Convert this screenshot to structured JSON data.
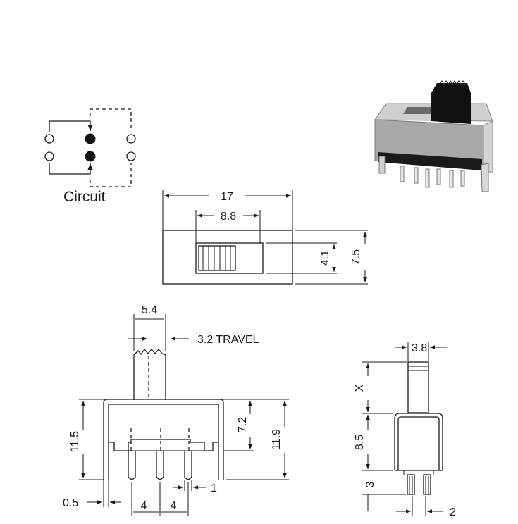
{
  "circuit": {
    "caption": "Circuit"
  },
  "top_view": {
    "width": "17",
    "slot_width": "8.8",
    "knob_height": "4.1",
    "body_height": "7.5"
  },
  "front_view": {
    "knob_width": "5.4",
    "travel": "3.2 TRAVEL",
    "body_height_left": "11.5",
    "pin_offset": "7.2",
    "body_height_right": "11.9",
    "wall": "0.5",
    "pitch_1": "4",
    "pitch_2": "4",
    "pin_width": "1"
  },
  "side_view": {
    "knob_width": "3.8",
    "knob_height": "X",
    "body_height": "8.5",
    "pin_length": "3",
    "pin_width": "2"
  }
}
